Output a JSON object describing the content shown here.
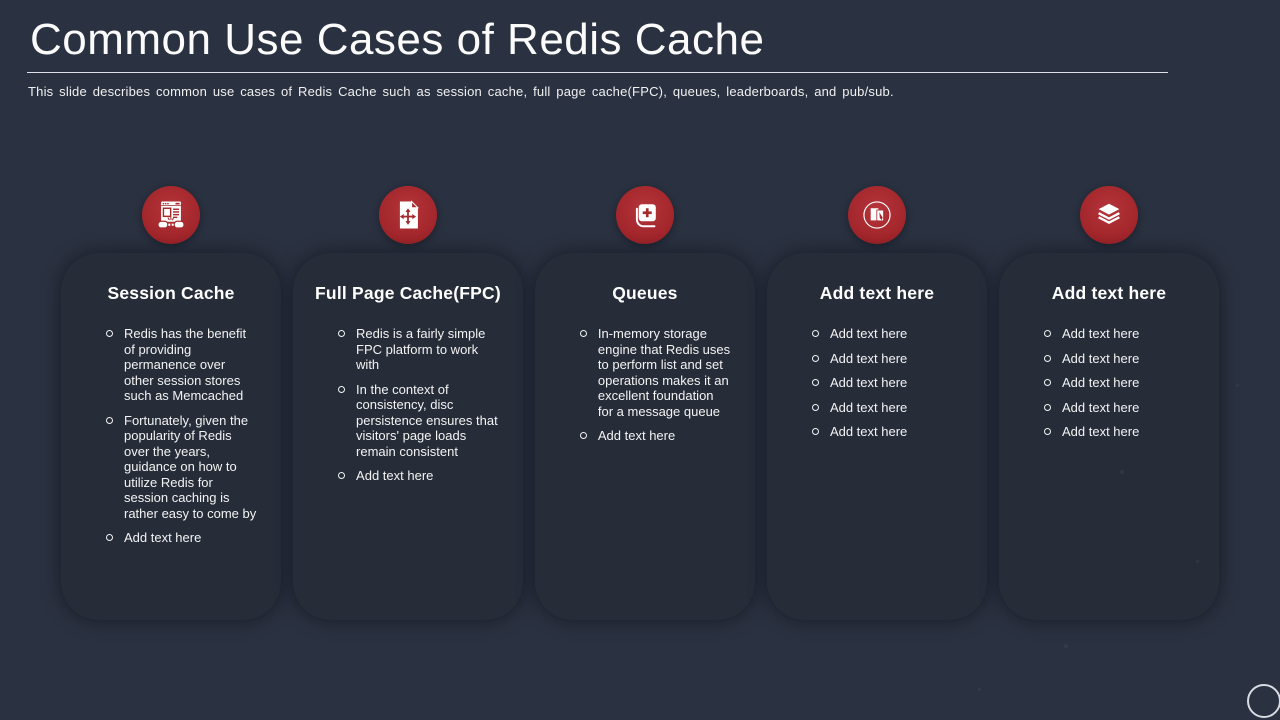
{
  "slide": {
    "title": "Common Use Cases of Redis Cache",
    "subtitle": "This slide describes common use cases of Redis Cache such as session cache, full page cache(FPC),  queues,  leaderboards,  and pub/sub.",
    "colors": {
      "background": "#2a3140",
      "card": "#262c38",
      "accent_red": "#a52a2e",
      "text": "#f2f2f2",
      "divider_line": "#dfe3e8"
    }
  },
  "columns": [
    {
      "icon": "session-browser-plug-icon",
      "title": "Session Cache",
      "bullets": [
        "Redis has the benefit of providing permanence over other session stores such as Memcached",
        "Fortunately, given the popularity of Redis over the years, guidance on how to utilize Redis for session caching is rather easy to come by",
        "Add text here"
      ]
    },
    {
      "icon": "full-page-arrows-icon",
      "title": "Full Page Cache(FPC)",
      "bullets": [
        "Redis is a fairly simple FPC platform to work with",
        "In the context of consistency, disc persistence ensures that visitors' page loads remain consistent",
        "Add text here"
      ]
    },
    {
      "icon": "add-queue-icon",
      "title": "Queues",
      "bullets": [
        "In-memory storage engine that Redis uses to perform list and set operations makes it an excellent foundation for a message queue",
        "Add text here"
      ]
    },
    {
      "icon": "document-edit-icon",
      "title": "Add text here",
      "bullets": [
        "Add text here",
        "Add text here",
        "Add text here",
        "Add text here",
        "Add text here"
      ]
    },
    {
      "icon": "layers-icon",
      "title": "Add text here",
      "bullets": [
        "Add text here",
        "Add text here",
        "Add text here",
        "Add text here",
        "Add text here"
      ]
    }
  ]
}
